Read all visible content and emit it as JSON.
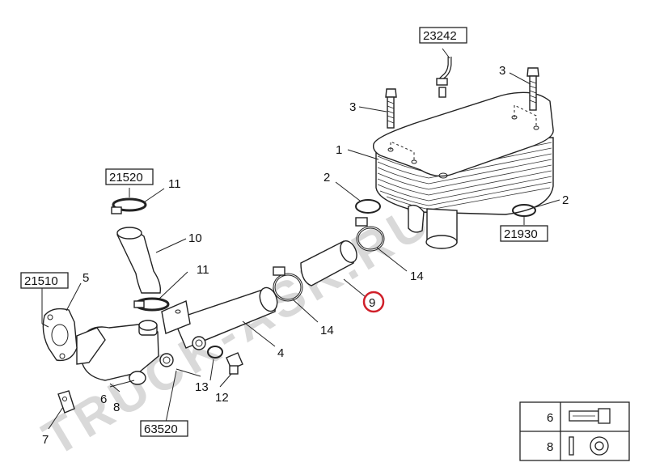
{
  "watermark": "TRUCK-ASK.RU",
  "callouts": [
    {
      "id": "c1",
      "text": "1"
    },
    {
      "id": "c2a",
      "text": "2"
    },
    {
      "id": "c2b",
      "text": "2"
    },
    {
      "id": "c3a",
      "text": "3"
    },
    {
      "id": "c3b",
      "text": "3"
    },
    {
      "id": "c4",
      "text": "4"
    },
    {
      "id": "c5",
      "text": "5"
    },
    {
      "id": "c6",
      "text": "6"
    },
    {
      "id": "c7",
      "text": "7"
    },
    {
      "id": "c8",
      "text": "8"
    },
    {
      "id": "c9",
      "text": "9"
    },
    {
      "id": "c10",
      "text": "10"
    },
    {
      "id": "c11a",
      "text": "11"
    },
    {
      "id": "c11b",
      "text": "11"
    },
    {
      "id": "c12",
      "text": "12"
    },
    {
      "id": "c13",
      "text": "13"
    },
    {
      "id": "c14a",
      "text": "14"
    },
    {
      "id": "c14b",
      "text": "14"
    }
  ],
  "references": [
    {
      "id": "r23242",
      "text": "23242"
    },
    {
      "id": "r21520",
      "text": "21520"
    },
    {
      "id": "r21510",
      "text": "21510"
    },
    {
      "id": "r21930",
      "text": "21930"
    },
    {
      "id": "r63520",
      "text": "63520"
    }
  ],
  "legend": [
    {
      "number": "6",
      "icon": "bolt-icon"
    },
    {
      "number": "8",
      "icon": "washer-icon"
    }
  ],
  "highlight_color": "#d0202a"
}
